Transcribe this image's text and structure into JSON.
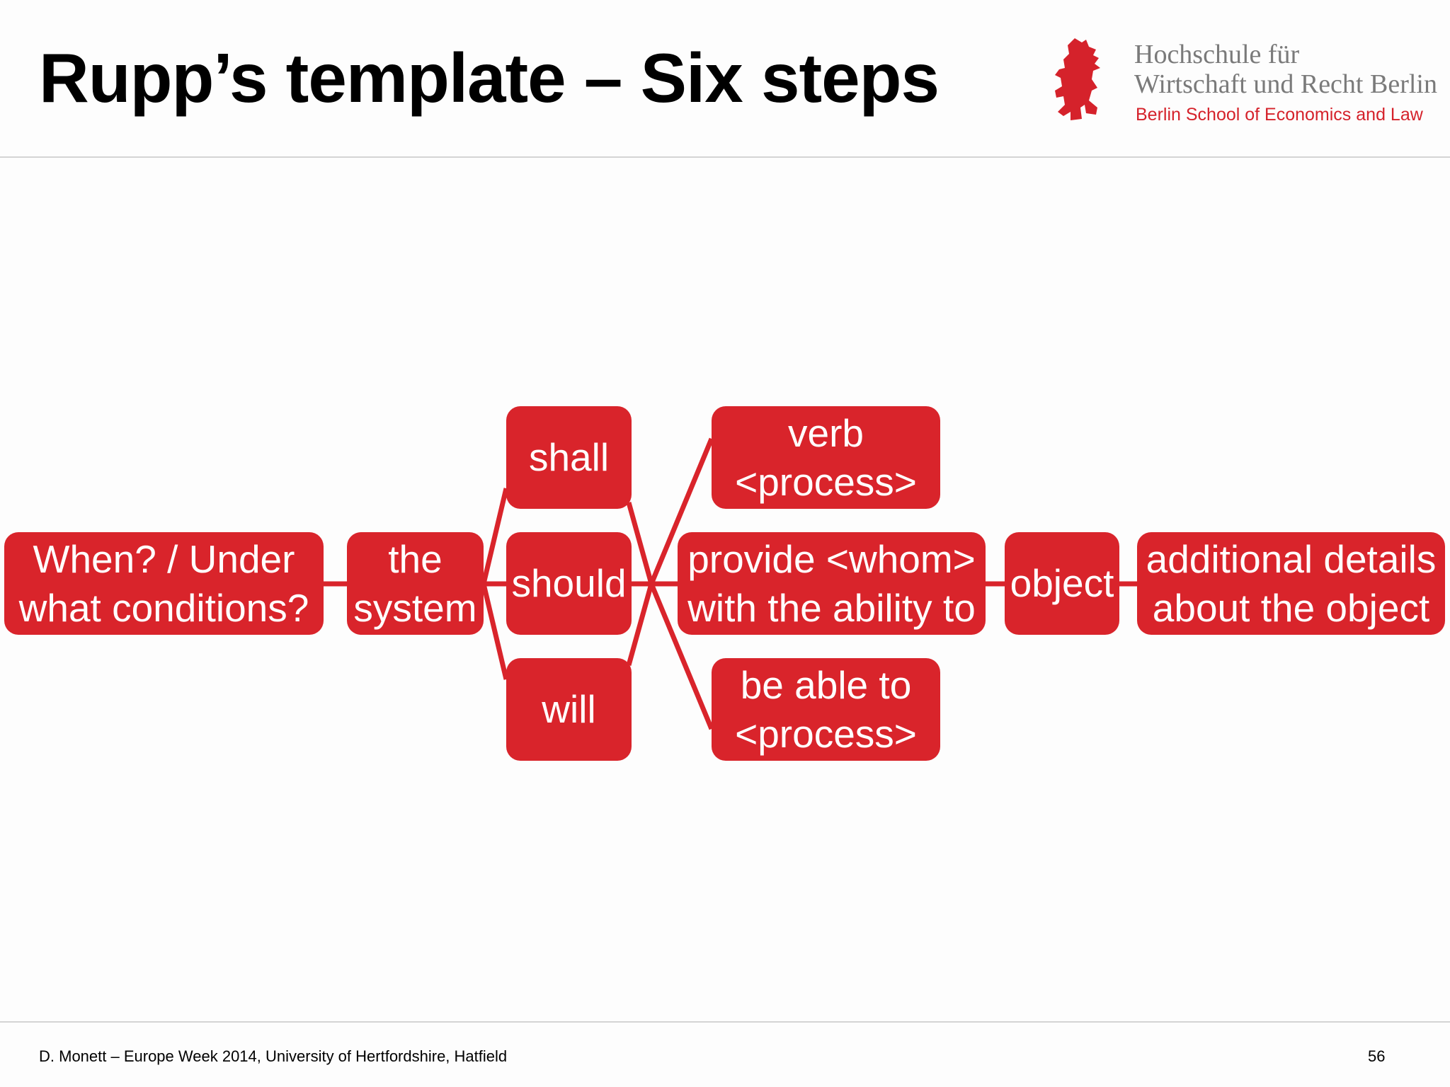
{
  "slide": {
    "title": "Rupp’s template – Six steps",
    "footer_text": "D. Monett – Europe Week 2014, University of Hertfordshire, Hatfield",
    "page_number": "56"
  },
  "logo": {
    "line1": "Hochschule für",
    "line2": "Wirtschaft und Recht Berlin",
    "line3": "Berlin School of Economics and Law",
    "icon": "bear-icon",
    "color": "#d5222b"
  },
  "diagram": {
    "accent_color": "#d9242b",
    "nodes": {
      "condition": "When? / Under what conditions?",
      "system": "the system",
      "shall": "shall",
      "should": "should",
      "will": "will",
      "verb": "verb <process>",
      "provide": "provide <whom> with the ability to",
      "able": "be able to <process>",
      "object": "object",
      "details": "additional details about the object"
    }
  }
}
